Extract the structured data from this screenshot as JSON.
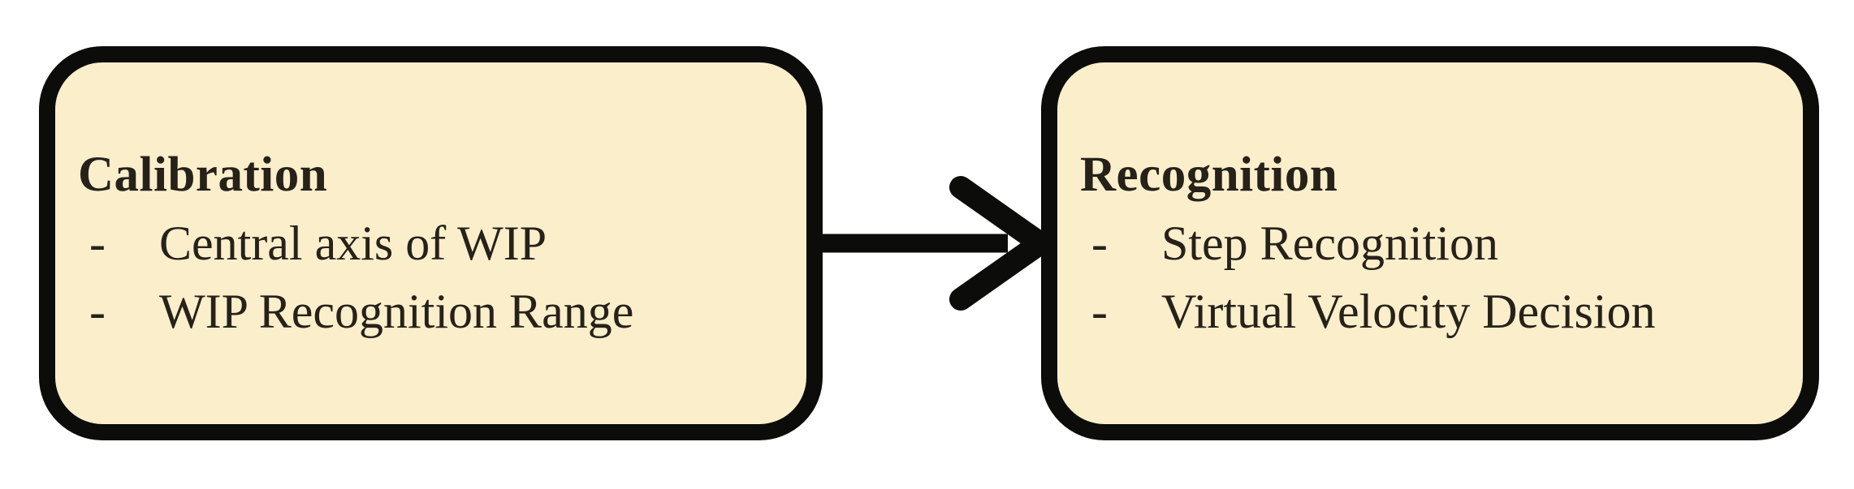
{
  "diagram": {
    "type": "flowchart",
    "background_color": "#ffffff",
    "box_fill_color": "#FBEECB",
    "stroke_color": "#0C0C0A",
    "text_color": "#26221A",
    "bullet_char": "-",
    "boxes": [
      {
        "id": "calibration",
        "title": "Calibration",
        "items": [
          "Central axis of WIP",
          "WIP Recognition Range"
        ]
      },
      {
        "id": "recognition",
        "title": "Recognition",
        "items": [
          "Step Recognition",
          "Virtual Velocity Decision"
        ]
      }
    ],
    "connector": {
      "shape": "right-arrow",
      "from": "calibration",
      "to": "recognition"
    }
  }
}
